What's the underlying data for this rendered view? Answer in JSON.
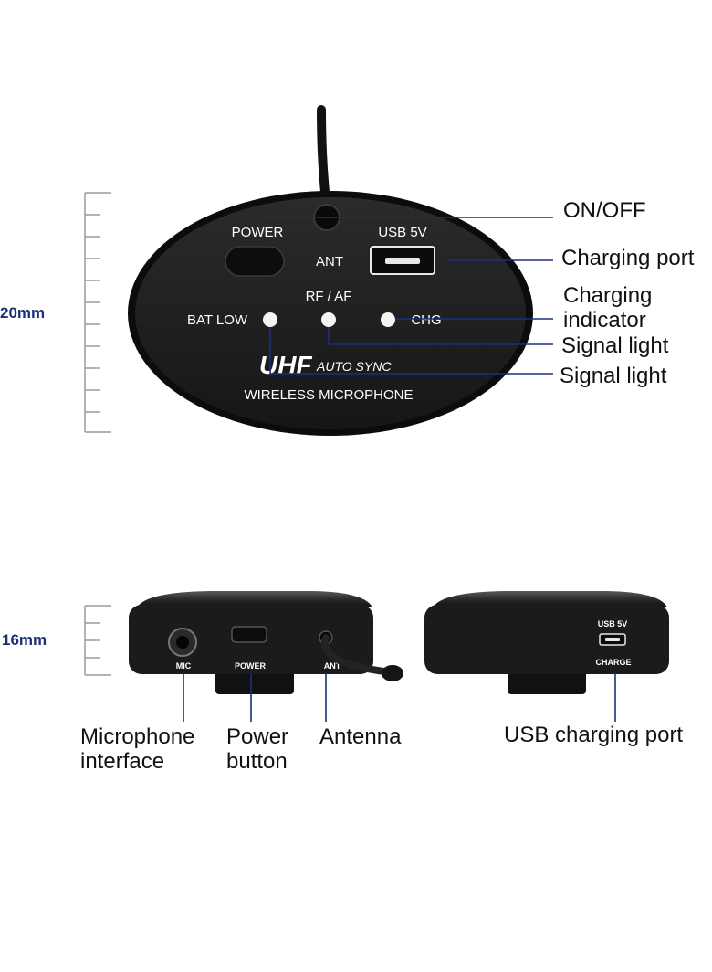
{
  "colors": {
    "leader": "#1d2f7a",
    "device_body": "#1e1e1e",
    "device_edge": "#0c0c0c",
    "scale": "#9a9a9a",
    "dimension_text": "#1d2f7a",
    "led": "#f4f4f4"
  },
  "top_view": {
    "dimension": "20mm",
    "device": {
      "power": "POWER",
      "ant": "ANT",
      "usb": "USB 5V",
      "rf_af": "RF / AF",
      "bat_low": "BAT LOW",
      "chg": "CHG",
      "brand": "UHF",
      "auto_sync": "AUTO SYNC",
      "model": "WIRELESS MICROPHONE"
    },
    "callouts": {
      "on_off": "ON/OFF",
      "charging_port": "Charging port",
      "charging_indicator_1": "Charging",
      "charging_indicator_2": "indicator",
      "signal_light_1": "Signal light",
      "signal_light_2": "Signal light"
    }
  },
  "side_view": {
    "dimension": "16mm",
    "left_device": {
      "mic": "MIC",
      "power": "POWER",
      "ant": "ANT"
    },
    "right_device": {
      "usb": "USB 5V",
      "charge": "CHARGE"
    },
    "callouts": {
      "mic_1": "Microphone",
      "mic_2": "interface",
      "power_1": "Power",
      "power_2": "button",
      "antenna": "Antenna",
      "usb_port": "USB charging port"
    }
  }
}
